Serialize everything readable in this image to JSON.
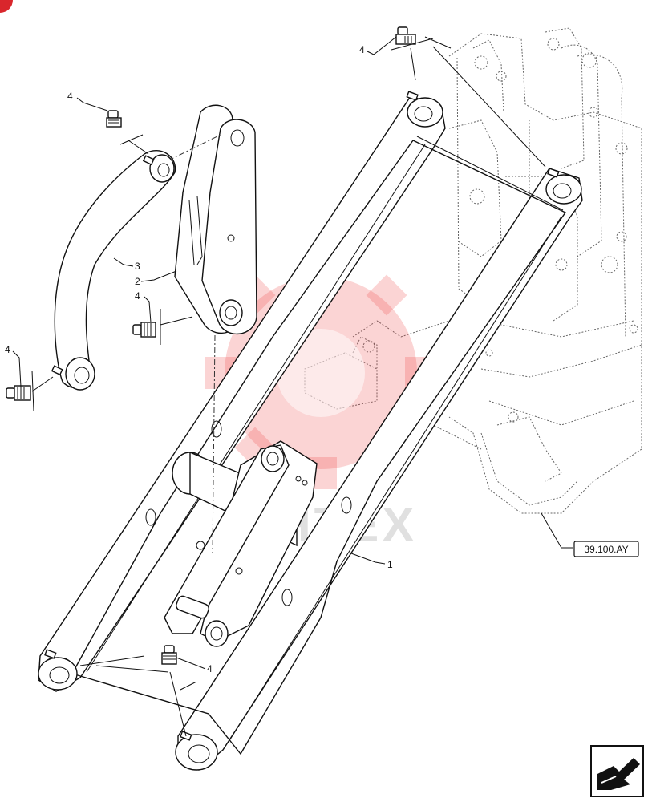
{
  "callouts": {
    "item_1": "1",
    "item_2": "2",
    "item_3": "3",
    "item_4": "4"
  },
  "reference": "39.100.AY",
  "watermark": "VIHTEX",
  "colors": {
    "watermark": "#ef3b3b",
    "line": "#111111"
  },
  "icons": {
    "navigation": "arrow-box-icon",
    "corner_mark": "corner-badge-icon",
    "watermark_logo": "gear-logo"
  }
}
